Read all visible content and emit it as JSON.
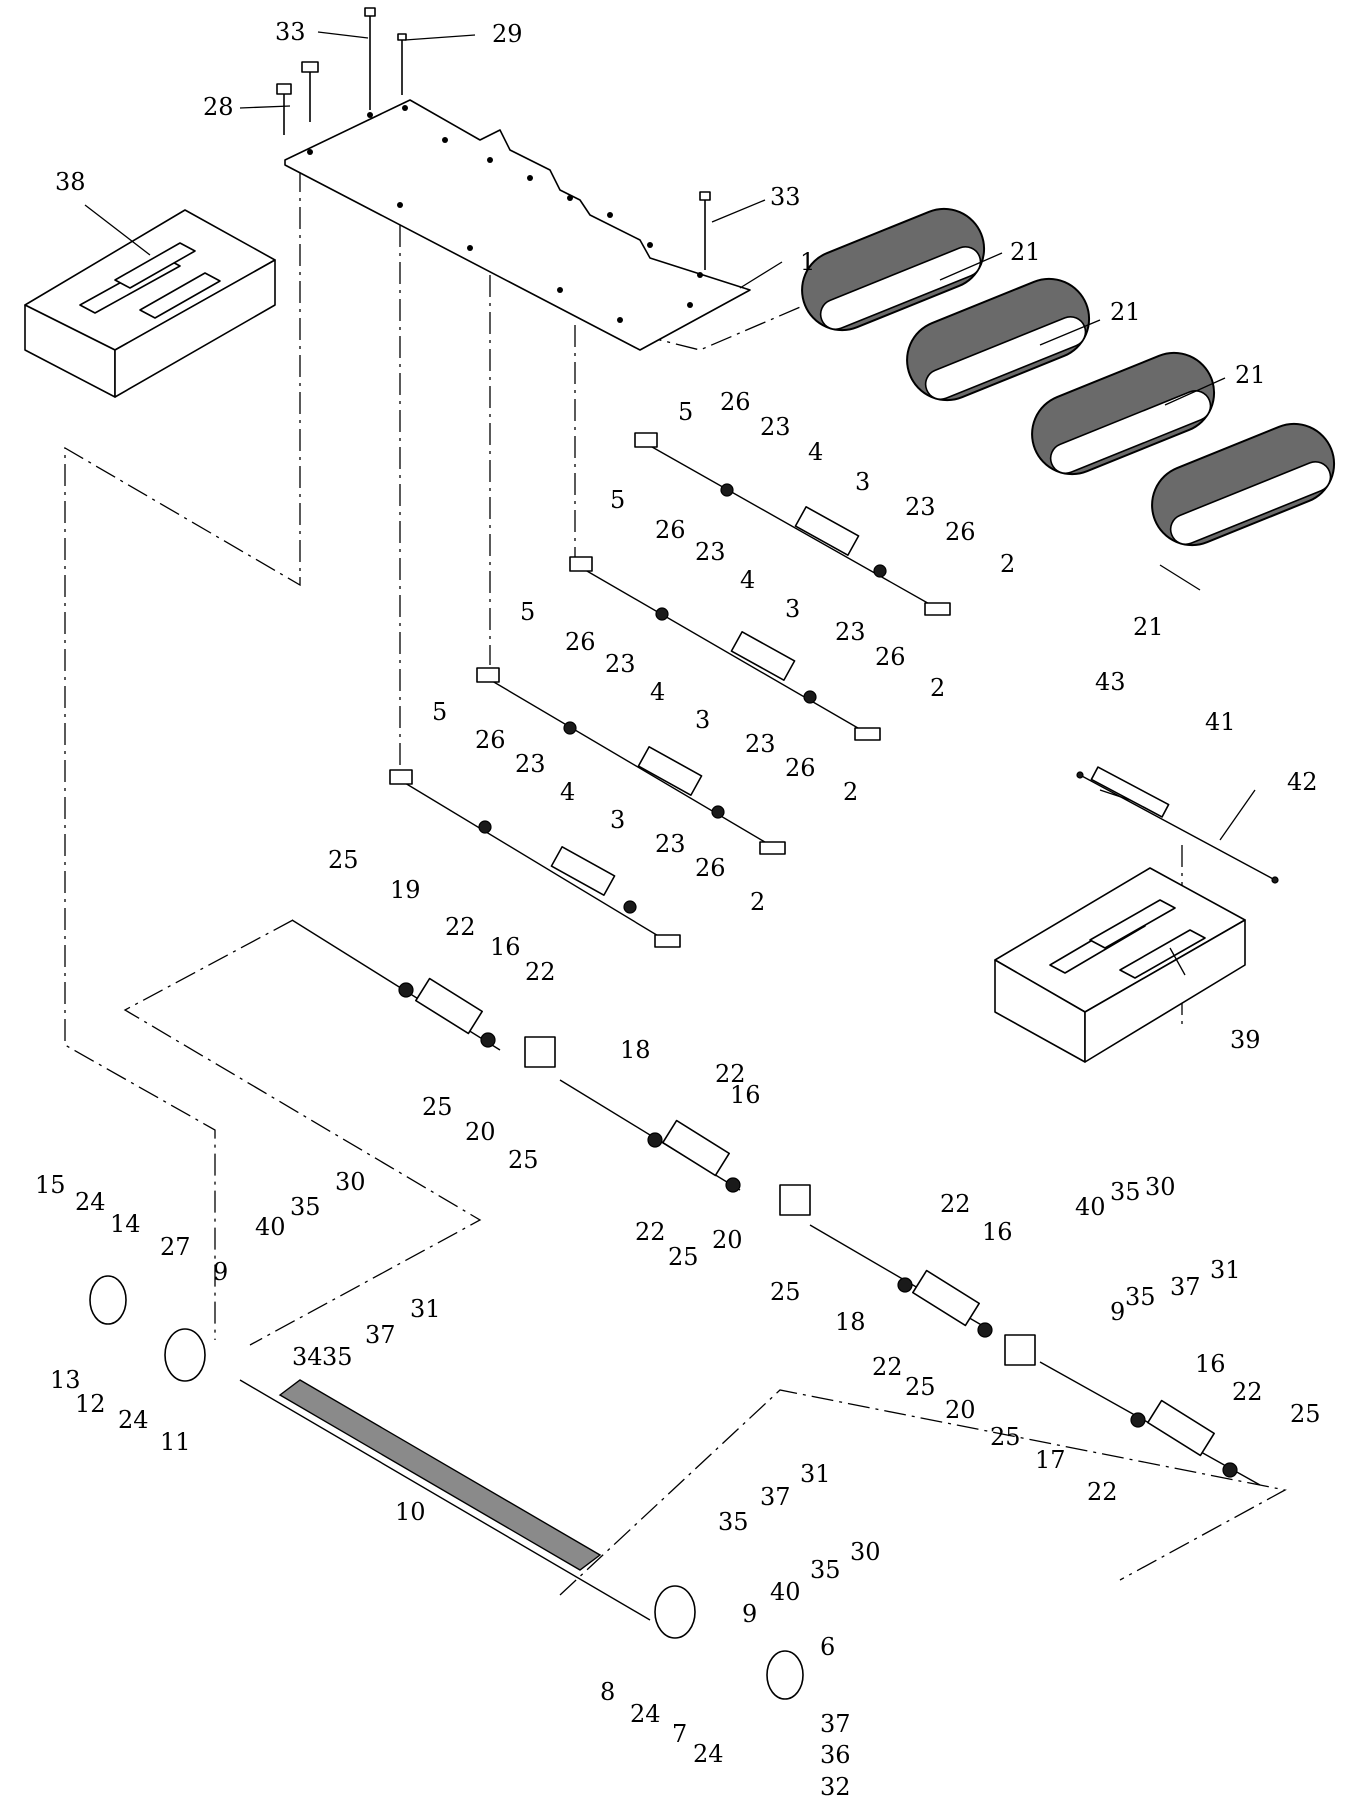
{
  "callouts": [
    "1",
    "2",
    "3",
    "4",
    "5",
    "6",
    "7",
    "8",
    "9",
    "10",
    "11",
    "12",
    "13",
    "14",
    "15",
    "16",
    "17",
    "18",
    "19",
    "20",
    "21",
    "22",
    "23",
    "24",
    "25",
    "26",
    "27",
    "28",
    "29",
    "30",
    "31",
    "32",
    "33",
    "34",
    "35",
    "36",
    "37",
    "38",
    "39",
    "40",
    "41",
    "42",
    "43"
  ],
  "icons": {
    "top_plate": "mounting-plate",
    "cover": "guard-cover",
    "belt": "abrasive-belt",
    "roller": "roller",
    "shaft": "shaft",
    "bearing": "bearing",
    "block": "bearing-block",
    "screw": "screw"
  }
}
